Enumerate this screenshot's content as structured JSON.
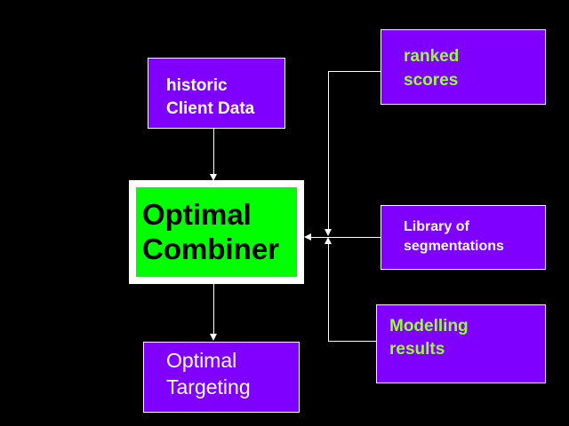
{
  "nodes": {
    "historic": {
      "line1": "historic",
      "line2": "Client Data"
    },
    "combiner": {
      "line1": "Optimal",
      "line2": "Combiner"
    },
    "targeting": {
      "line1": "Optimal",
      "line2": "Targeting"
    },
    "ranked": {
      "line1": "ranked",
      "line2": "scores"
    },
    "library": {
      "line1": "Library of",
      "line2": "segmentations"
    },
    "modelling": {
      "line1": "Modelling",
      "line2": "results"
    }
  },
  "colors": {
    "background": "#000000",
    "box_fill": "#8000ff",
    "combiner_fill": "#00ff00",
    "accent_text": "#99ff33",
    "white_text": "#ffffff"
  }
}
